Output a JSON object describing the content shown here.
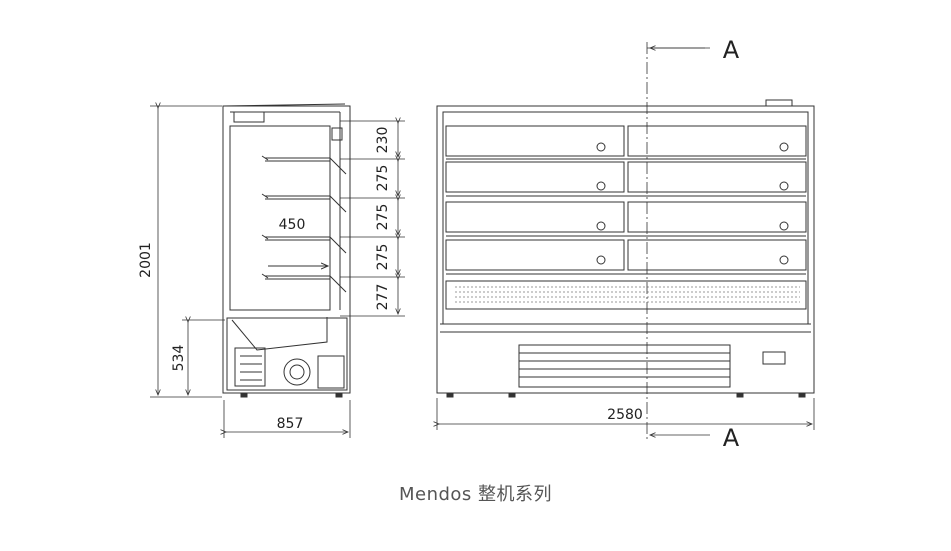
{
  "caption": "Mendos 整机系列",
  "side_view": {
    "total_height": "2001",
    "base_height": "534",
    "depth": "857",
    "shelf_depth": "450",
    "shelf_spacings": [
      "230",
      "275",
      "275",
      "275",
      "277"
    ]
  },
  "front_view": {
    "width": "2580",
    "section_label_top": "A",
    "section_label_bottom": "A"
  },
  "colors": {
    "line": "#333333",
    "text": "#222222",
    "caption": "#555555"
  }
}
